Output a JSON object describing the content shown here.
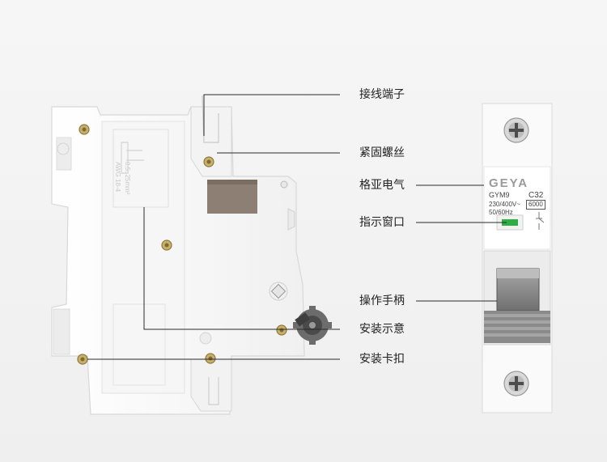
{
  "labels": {
    "terminal": "接线端子",
    "screw": "紧固螺丝",
    "brand": "格亚电气",
    "indicator": "指示窗口",
    "handle": "操作手柄",
    "install_hint": "安装示意",
    "clip": "安装卡扣"
  },
  "front": {
    "brand_logo": "GEYA",
    "model": "GYM9",
    "curve": "C32",
    "voltage": "230/400V~",
    "breaking": "6000",
    "frequency": "50/60Hz"
  },
  "side": {
    "wire_spec": "0.5..25mm²",
    "awg": "AWG 18-4"
  },
  "colors": {
    "body": "#fafafa",
    "line": "#2a2a2a",
    "screw": "#c9b06a",
    "indicator": "#2fae43",
    "brand": "#9a9a9a",
    "grey_block": "#8d7f73"
  }
}
